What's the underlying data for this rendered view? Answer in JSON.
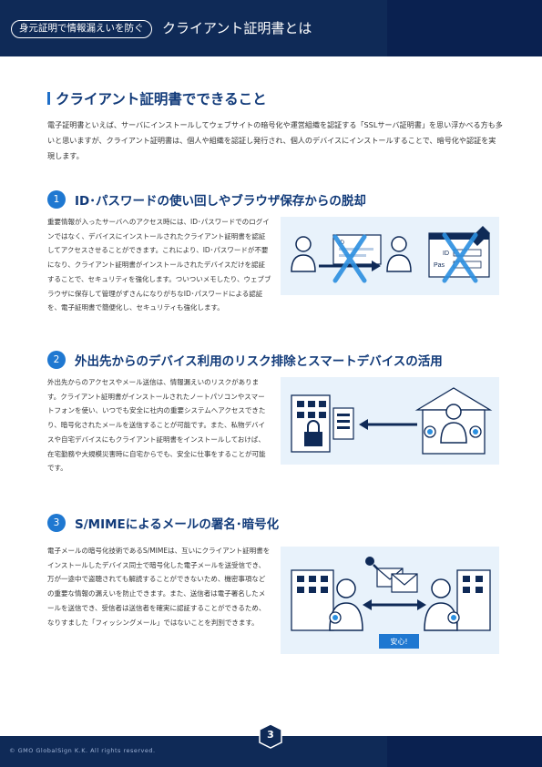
{
  "header": {
    "pill": "身元証明で情報漏えいを防ぐ",
    "title": "クライアント証明書とは"
  },
  "main": {
    "title": "クライアント証明書でできること",
    "intro": "電子証明書といえば、サーバにインストールしてウェブサイトの暗号化や運営組織を認証する「SSLサーバ証明書」を思い浮かべる方も多いと思いますが、クライアント証明書は、個人や組織を認証し発行され、個人のデバイスにインストールすることで、暗号化や認証を実現します。"
  },
  "sections": [
    {
      "num": "1",
      "title": "ID･パスワードの使い回しやブラウザ保存からの脱却",
      "text": "重要情報が入ったサーバへのアクセス時には、ID･パスワードでのログインではなく、デバイスにインストールされたクライアント証明書を認証してアクセスさせることができます。これにより、ID･パスワードが不要になり、クライアント証明書がインストールされたデバイスだけを認証することで、セキュリティを強化します。ついついメモしたり、ウェブブラウザに保存して管理がずさんになりがちなID･パスワードによる認証を、電子証明書で簡便化し、セキュリティも強化します。",
      "illus_labels": {
        "id": "ID",
        "pass": "Pas"
      }
    },
    {
      "num": "2",
      "title": "外出先からのデバイス利用のリスク排除とスマートデバイスの活用",
      "text": "外出先からのアクセスやメール送信は、情報漏えいのリスクがあります。クライアント証明書がインストールされたノートパソコンやスマートフォンを使い、いつでも安全に社内の重要システムへアクセスできたり、暗号化されたメールを送信することが可能です。また、私物デバイスや自宅デバイスにもクライアント証明書をインストールしておけば、在宅勤務や大規模災害時に自宅からでも、安全に仕事をすることが可能です。"
    },
    {
      "num": "3",
      "title": "S/MIMEによるメールの署名･暗号化",
      "text": "電子メールの暗号化技術であるS/MIMEは、互いにクライアント証明書をインストールしたデバイス同士で暗号化した電子メールを送受信でき、万が一途中で盗聴されても解読することができないため、機密事項などの重要な情報の漏えいを防止できます。また、送信者は電子署名したメールを送信でき、受信者は送信者を確実に認証することができるため、なりすました「フィッシングメール」ではないことを判別できます。",
      "illus_labels": {
        "badge": "安心!"
      }
    }
  ],
  "footer": {
    "copyright": "© GMO GlobalSign K.K. All rights reserved.",
    "page": "3"
  },
  "colors": {
    "navy": "#0f2a57",
    "blue": "#1f78d1",
    "light_blue": "#e8f2fb",
    "title_blue": "#123b7a"
  }
}
